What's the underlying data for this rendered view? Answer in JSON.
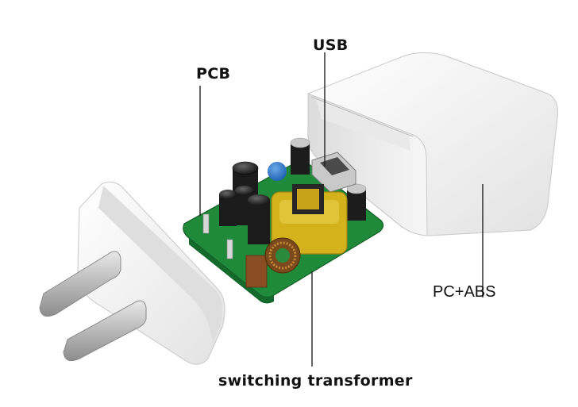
{
  "labels": {
    "pcb": "PCB",
    "usb": "USB",
    "housing": "PC+ABS",
    "transformer": "switching transformer"
  },
  "colors": {
    "board": "#1f8a3a",
    "coil": "#d4b21c",
    "housing": "#f2f2f2",
    "leader": "#222222"
  }
}
